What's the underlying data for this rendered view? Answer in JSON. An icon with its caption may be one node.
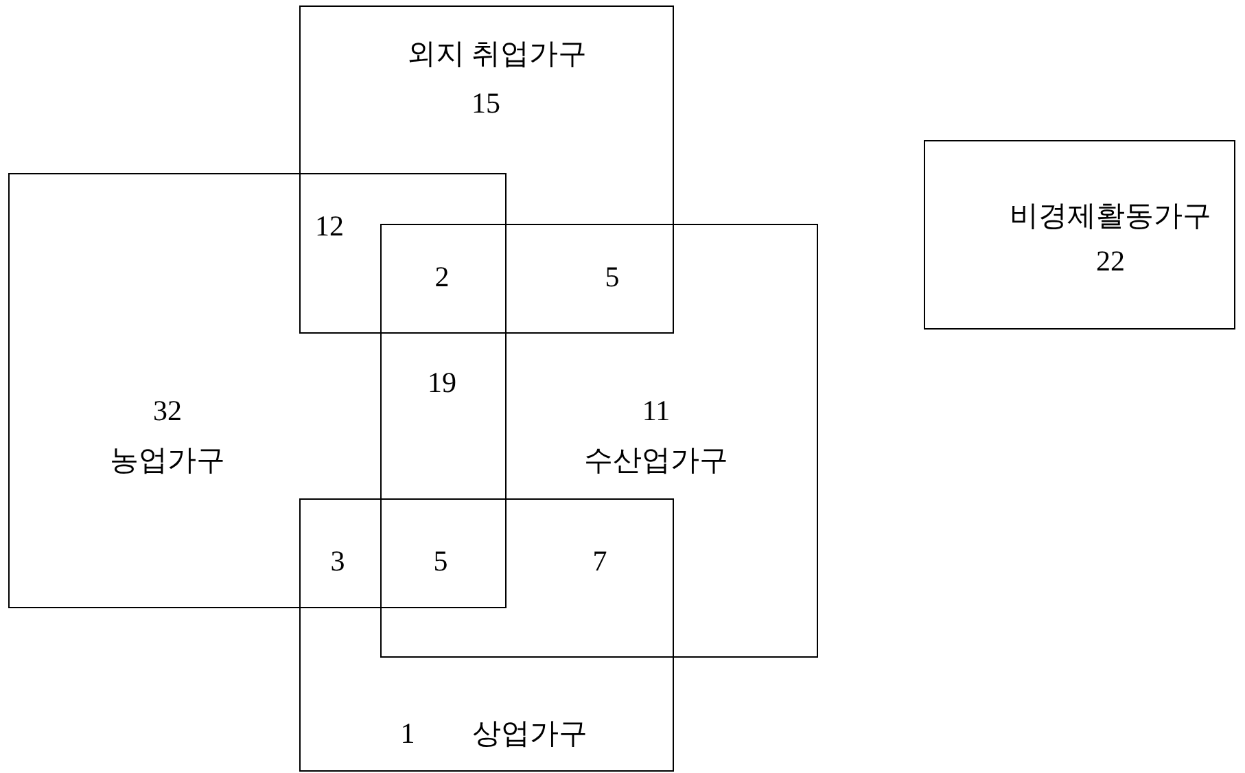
{
  "diagram": {
    "nodes": [
      {
        "text": [
          "외지 취업가구",
          "15"
        ]
      },
      {
        "text": [
          "32",
          "농업가구"
        ]
      },
      {
        "text": [
          "11",
          "수산업가구"
        ]
      },
      {
        "text": [
          "1",
          "상업가구"
        ]
      },
      {
        "text": [
          "비경제활동가구",
          "22"
        ]
      }
    ],
    "labels": [
      "12",
      "2",
      "5",
      "19",
      "3",
      "5",
      "7"
    ]
  }
}
